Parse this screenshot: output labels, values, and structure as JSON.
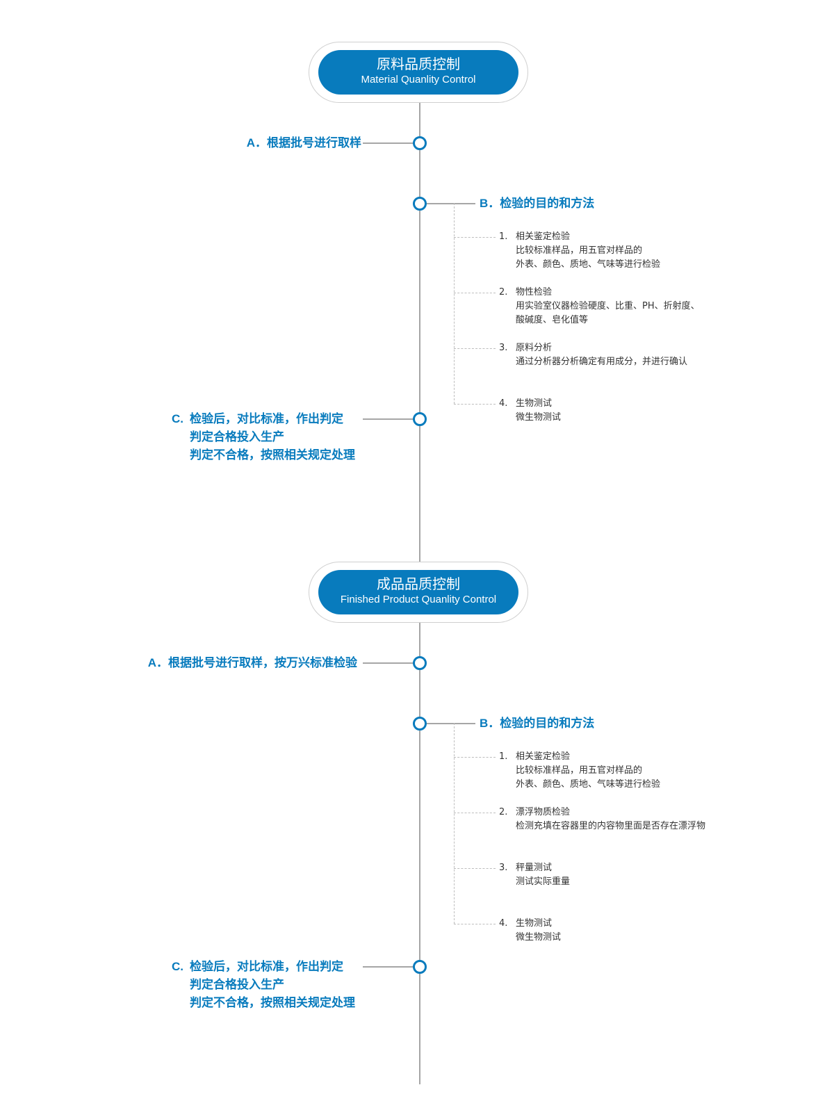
{
  "sections": [
    {
      "title_cn": "原料品质控制",
      "title_en": "Material  Quanlity Control",
      "step_a": {
        "letter": "A．",
        "text": "根据批号进行取样"
      },
      "step_b": {
        "letter": "B．",
        "text": "检验的目的和方法"
      },
      "items": [
        {
          "num": "1.",
          "lines": [
            "相关鉴定检验",
            "比较标准样品，用五官对样品的",
            "外表、颜色、质地、气味等进行检验"
          ]
        },
        {
          "num": "2.",
          "lines": [
            "物性检验",
            "用实验室仪器检验硬度、比重、PH、折射度、",
            "酸碱度、皂化值等"
          ]
        },
        {
          "num": "3.",
          "lines": [
            "原料分析",
            "通过分析器分析确定有用成分，并进行确认"
          ]
        },
        {
          "num": "4.",
          "lines": [
            "生物测试",
            "微生物测试"
          ]
        }
      ],
      "step_c": {
        "letter": "C.",
        "lines": [
          "检验后，对比标准，作出判定",
          "判定合格投入生产",
          "判定不合格，按照相关规定处理"
        ]
      }
    },
    {
      "title_cn": "成品品质控制",
      "title_en": "Finished Product Quanlity Control",
      "step_a": {
        "letter": "A．",
        "text": "根据批号进行取样，按万兴标准检验"
      },
      "step_b": {
        "letter": "B．",
        "text": "检验的目的和方法"
      },
      "items": [
        {
          "num": "1.",
          "lines": [
            "相关鉴定检验",
            "比较标准样品，用五官对样品的",
            "外表、颜色、质地、气味等进行检验"
          ]
        },
        {
          "num": "2.",
          "lines": [
            "漂浮物质检验",
            "检测充填在容器里的内容物里面是否存在漂浮物"
          ]
        },
        {
          "num": "3.",
          "lines": [
            "秤量测试",
            "测试实际重量"
          ]
        },
        {
          "num": "4.",
          "lines": [
            "生物测试",
            "微生物测试"
          ]
        }
      ],
      "step_c": {
        "letter": "C.",
        "lines": [
          "检验后，对比标准，作出判定",
          "判定合格投入生产",
          "判定不合格，按照相关规定处理"
        ]
      }
    }
  ],
  "colors": {
    "accent": "#087bbd",
    "line": "#a6a6a6",
    "text": "#333333"
  }
}
